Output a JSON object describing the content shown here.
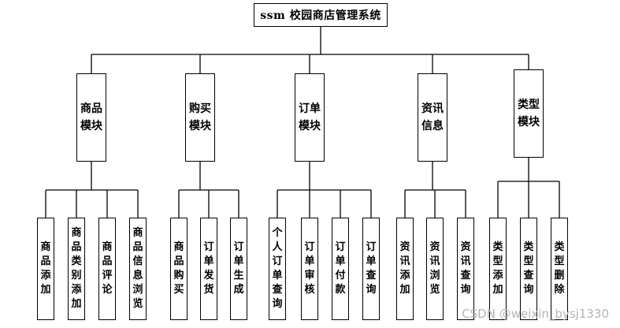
{
  "diagram": {
    "root": "ssm 校园商店管理系统",
    "modules": [
      {
        "name": "商品模块",
        "children": [
          "商品添加",
          "商品类别添加",
          "商品评论",
          "商品信息浏览"
        ]
      },
      {
        "name": "购买模块",
        "children": [
          "商品购买",
          "订单发货",
          "订单生成"
        ]
      },
      {
        "name": "订单模块",
        "children": [
          "个人订单查询",
          "订单审核",
          "订单付款",
          "订单查询"
        ]
      },
      {
        "name": "资讯信息",
        "children": [
          "资讯添加",
          "资讯浏览",
          "资讯查询"
        ]
      },
      {
        "name": "类型模块",
        "children": [
          "类型添加",
          "类型查询",
          "类型删除"
        ]
      }
    ]
  },
  "watermark": "CSDN @weixin_bysj1330"
}
